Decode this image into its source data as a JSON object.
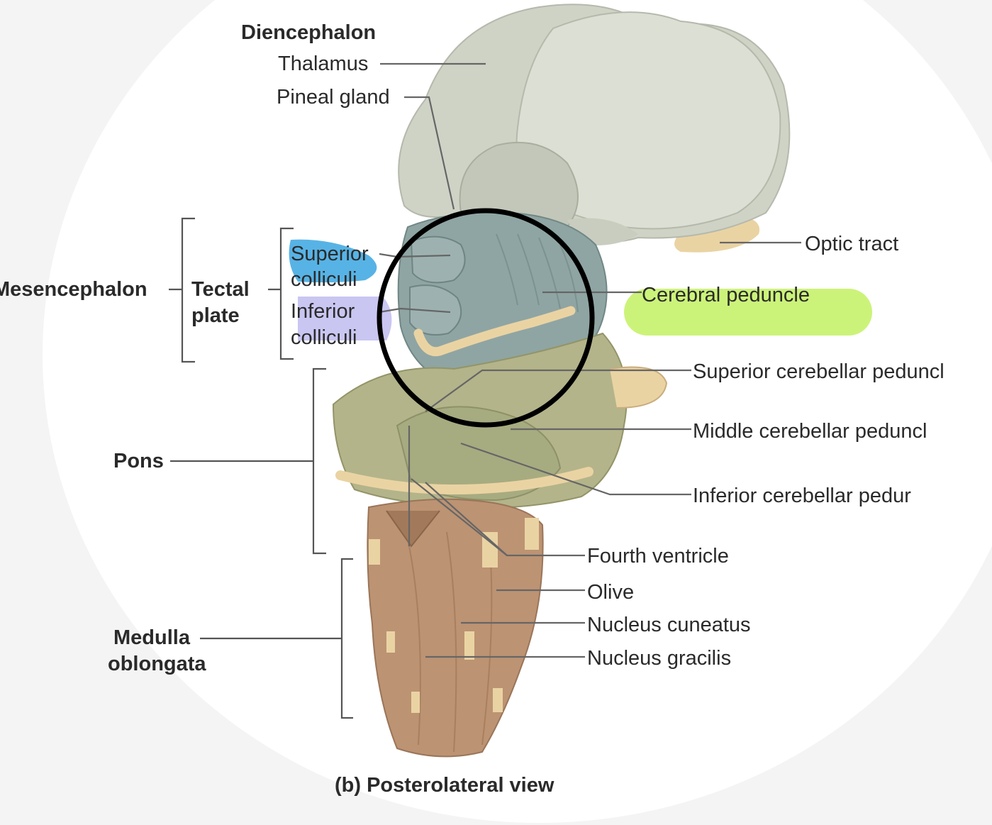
{
  "caption": "(b) Posterolateral view",
  "groups": {
    "diencephalon": "Diencephalon",
    "mesencephalon": "Mesencephalon",
    "tectal_plate_1": "Tectal",
    "tectal_plate_2": "plate",
    "pons": "Pons",
    "medulla_1": "Medulla",
    "medulla_2": "oblongata"
  },
  "labels": {
    "thalamus": "Thalamus",
    "pineal_gland": "Pineal gland",
    "superior_colliculi_1": "Superior",
    "superior_colliculi_2": "colliculi",
    "inferior_colliculi_1": "Inferior",
    "inferior_colliculi_2": "colliculi",
    "optic_tract": "Optic tract",
    "cerebral_peduncle": "Cerebral peduncle",
    "superior_cerebellar_peduncle": "Superior cerebellar peduncl",
    "middle_cerebellar_peduncle": "Middle cerebellar peduncl",
    "inferior_cerebellar_peduncle": "Inferior cerebellar pedur",
    "fourth_ventricle": "Fourth ventricle",
    "olive": "Olive",
    "nucleus_cuneatus": "Nucleus cuneatus",
    "nucleus_gracilis": "Nucleus gracilis"
  },
  "highlights": {
    "superior_colliculi": "#3aa6e0",
    "inferior_colliculi": "#b7b3ee",
    "cerebral_peduncle": "#c6f26a"
  },
  "colors": {
    "diencephalon": "#cfd3c6",
    "midbrain": "#8fa5a3",
    "pons_cerebellar": "#b3b48a",
    "medulla": "#bc9373",
    "nerve_roots": "#ead3a3",
    "circle_annotation": "#000000"
  }
}
